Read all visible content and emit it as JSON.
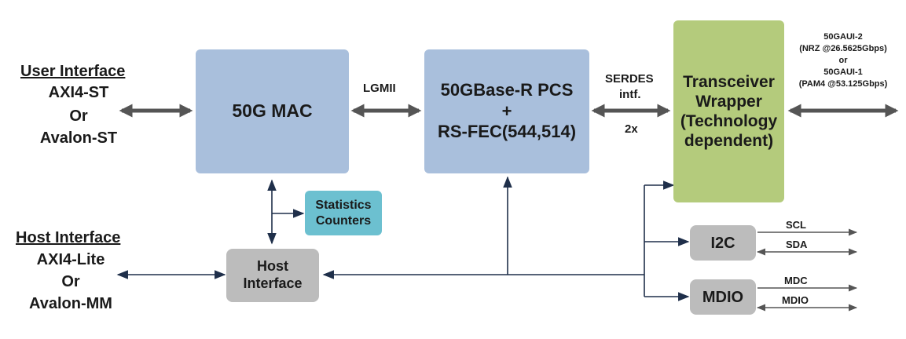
{
  "user_interface": {
    "title": "User Interface",
    "lines": [
      "AXI4-ST",
      "Or",
      "Avalon-ST"
    ]
  },
  "host_interface_label": {
    "title": "Host Interface",
    "lines": [
      "AXI4-Lite",
      "Or",
      "Avalon-MM"
    ]
  },
  "blocks": {
    "mac": "50G MAC",
    "pcs": [
      "50GBase-R PCS",
      "+",
      "RS-FEC(544,514)"
    ],
    "transceiver": [
      "Transceiver",
      "Wrapper",
      "(Technology",
      "dependent)"
    ],
    "stats": [
      "Statistics",
      "Counters"
    ],
    "host": [
      "Host",
      "Interface"
    ],
    "i2c": "I2C",
    "mdio": "MDIO"
  },
  "links": {
    "lgmii": "LGMII",
    "serdes": [
      "SERDES",
      "intf."
    ],
    "serdes_count": "2x",
    "line_side": [
      "50GAUI-2",
      "(NRZ @26.5625Gbps)",
      "or",
      "50GAUI-1",
      "(PAM4 @53.125Gbps)"
    ],
    "scl": "SCL",
    "sda": "SDA",
    "mdc": "MDC",
    "mdio_sig": "MDIO"
  },
  "colors": {
    "mac_pcs": "#a9bfdc",
    "transceiver": "#b4cb7c",
    "stats": "#6cc0d0",
    "gray_blocks": "#bcbcbc",
    "thick_arrow": "#555555",
    "thin_arrow": "#1f2f4a"
  }
}
